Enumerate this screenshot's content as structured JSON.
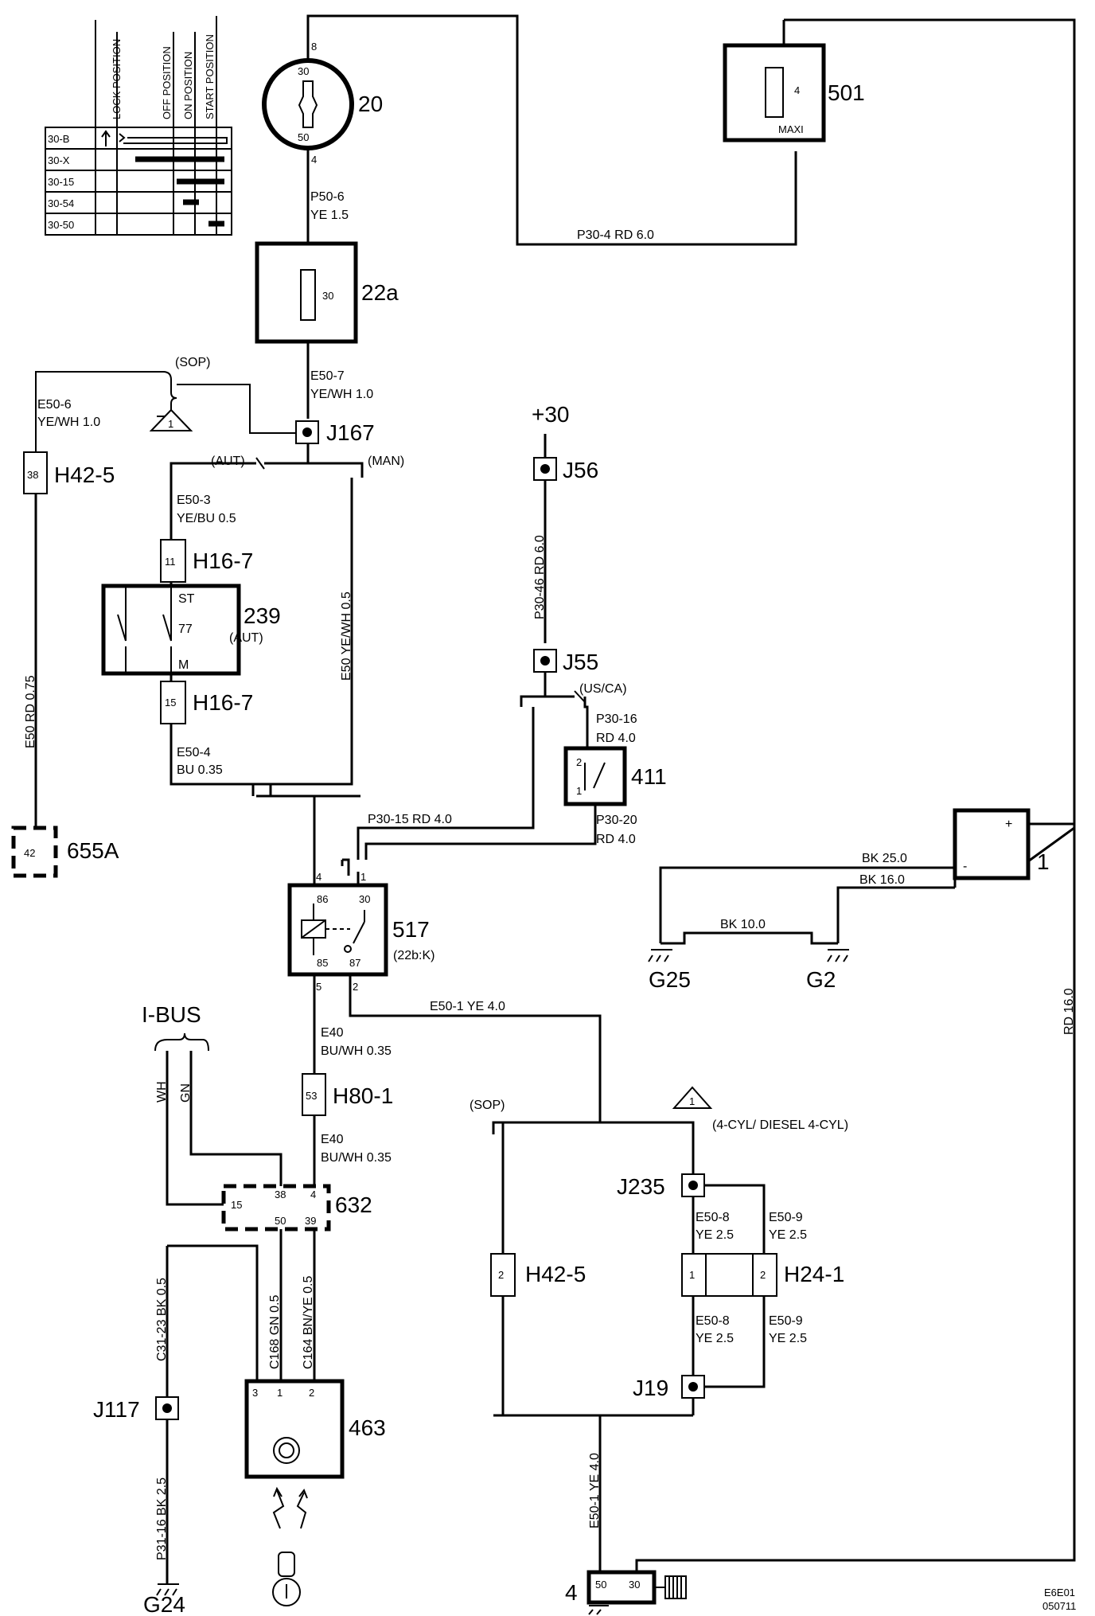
{
  "ignition_table": {
    "headers": [
      "LOCK POSITION",
      "OFF POSITION",
      "ON POSITION",
      "START POSITION"
    ],
    "rows": [
      "30-B",
      "30-X",
      "30-15",
      "30-54",
      "30-50"
    ]
  },
  "components": {
    "c20": "20",
    "c20_pin_top": "30",
    "c20_pin_bottom": "50",
    "c20_conn_top": "8",
    "c20_conn_bottom": "4",
    "c501": "501",
    "c501_pin": "4",
    "c501_type": "MAXI",
    "c22a": "22a",
    "c22a_pin": "30",
    "j167": "J167",
    "h42_5_top": "H42-5",
    "h42_5_top_pin": "38",
    "h16_7_top": "H16-7",
    "h16_7_top_pin": "11",
    "c239": "239",
    "c239_note": "(AUT)",
    "c239_st": "ST",
    "c239_77": "77",
    "c239_m": "M",
    "h16_7_bottom": "H16-7",
    "h16_7_bottom_pin": "15",
    "c655a": "655A",
    "c655a_pin": "42",
    "plus30": "+30",
    "j56": "J56",
    "j55": "J55",
    "c411": "411",
    "c411_pin2": "2",
    "c411_pin1": "1",
    "c517": "517",
    "c517_note": "(22b:K)",
    "c517_86": "86",
    "c517_30": "30",
    "c517_85": "85",
    "c517_87": "87",
    "c517_pin4": "4",
    "c517_pin1": "1",
    "c517_pin5": "5",
    "c517_pin2": "2",
    "c1": "1",
    "c1_plus": "+",
    "c1_minus": "-",
    "g25": "G25",
    "g2": "G2",
    "ibus": "I-BUS",
    "h80_1": "H80-1",
    "h80_1_pin": "53",
    "c632": "632",
    "c632_15": "15",
    "c632_38": "38",
    "c632_4": "4",
    "c632_50": "50",
    "c632_39": "39",
    "j235": "J235",
    "h42_5_bottom": "H42-5",
    "h42_5_bottom_pin": "2",
    "h24_1": "H24-1",
    "h24_1_pin1": "1",
    "h24_1_pin2": "2",
    "j19": "J19",
    "j117": "J117",
    "c463": "463",
    "c463_3": "3",
    "c463_1": "1",
    "c463_2": "2",
    "g24": "G24",
    "c4": "4",
    "c4_50": "50",
    "c4_30": "30"
  },
  "notes": {
    "sop_top": "(SOP)",
    "aut": "(AUT)",
    "man": "(MAN)",
    "us_ca": "(US/CA)",
    "sop_bottom": "(SOP)",
    "cyl": "(4-CYL/ DIESEL 4-CYL)",
    "warn_top": "1",
    "warn_bottom": "1",
    "ref1": "E6E01",
    "ref2": "050711"
  },
  "wires": {
    "p50_6_a": "P50-6",
    "p50_6_b": "YE  1.5",
    "p30_4": "P30-4  RD  6.0",
    "e50_7_a": "E50-7",
    "e50_7_b": "YE/WH  1.0",
    "e50_6_a": "E50-6",
    "e50_6_b": "YE/WH  1.0",
    "e50_3_a": "E50-3",
    "e50_3_b": "YE/BU  0.5",
    "e50_rd": "E50  RD  0.75",
    "e50_yewh": "E50  YE/WH  0.5",
    "e50_4_a": "E50-4",
    "e50_4_b": "BU 0.35",
    "p30_46": "P30-46  RD  6.0",
    "p30_16_a": "P30-16",
    "p30_16_b": "RD  4.0",
    "p30_15": "P30-15  RD  4.0",
    "p30_20_a": "P30-20",
    "p30_20_b": "RD  4.0",
    "bk25": "BK  25.0",
    "bk16": "BK  16.0",
    "bk10": "BK  10.0",
    "e50_1_top": "E50-1  YE  4.0",
    "e40_a_1": "E40",
    "e40_a_2": "BU/WH  0.35",
    "e40_b_1": "E40",
    "e40_b_2": "BU/WH  0.35",
    "wh": "WH",
    "gn": "GN",
    "rd16": "RD  16.0",
    "e50_8_a1": "E50-8",
    "e50_8_a2": "YE  2.5",
    "e50_9_a1": "E50-9",
    "e50_9_a2": "YE  2.5",
    "e50_8_b1": "E50-8",
    "e50_8_b2": "YE  2.5",
    "e50_9_b1": "E50-9",
    "e50_9_b2": "YE  2.5",
    "c31_23": "C31-23  BK  0.5",
    "c168": "C168  GN  0.5",
    "c164": "C164  BN/YE  0.5",
    "p31_16": "P31-16  BK  2.5",
    "e50_1_bottom": "E50-1  YE  4.0"
  }
}
